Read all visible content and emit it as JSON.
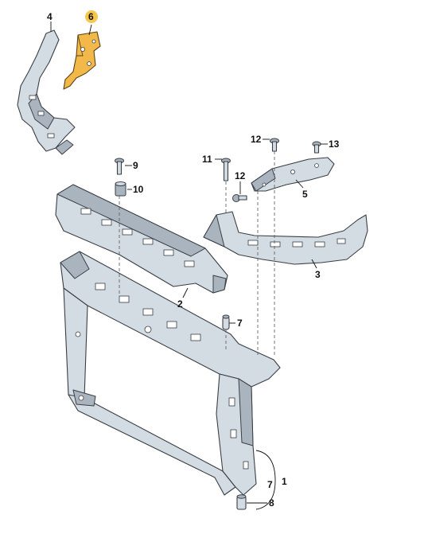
{
  "callouts": {
    "c1": "1",
    "c2": "2",
    "c3": "3",
    "c4": "4",
    "c5": "5",
    "c6": "6",
    "c7a": "7",
    "c7b": "7",
    "c8": "8",
    "c9": "9",
    "c10": "10",
    "c11": "11",
    "c12a": "12",
    "c12b": "12",
    "c13": "13"
  },
  "colors": {
    "highlight_part": "#f2b94a",
    "highlight_badge": "#f5c84c",
    "part_fill": "#d3dbe3",
    "outline": "#3a3f45"
  }
}
